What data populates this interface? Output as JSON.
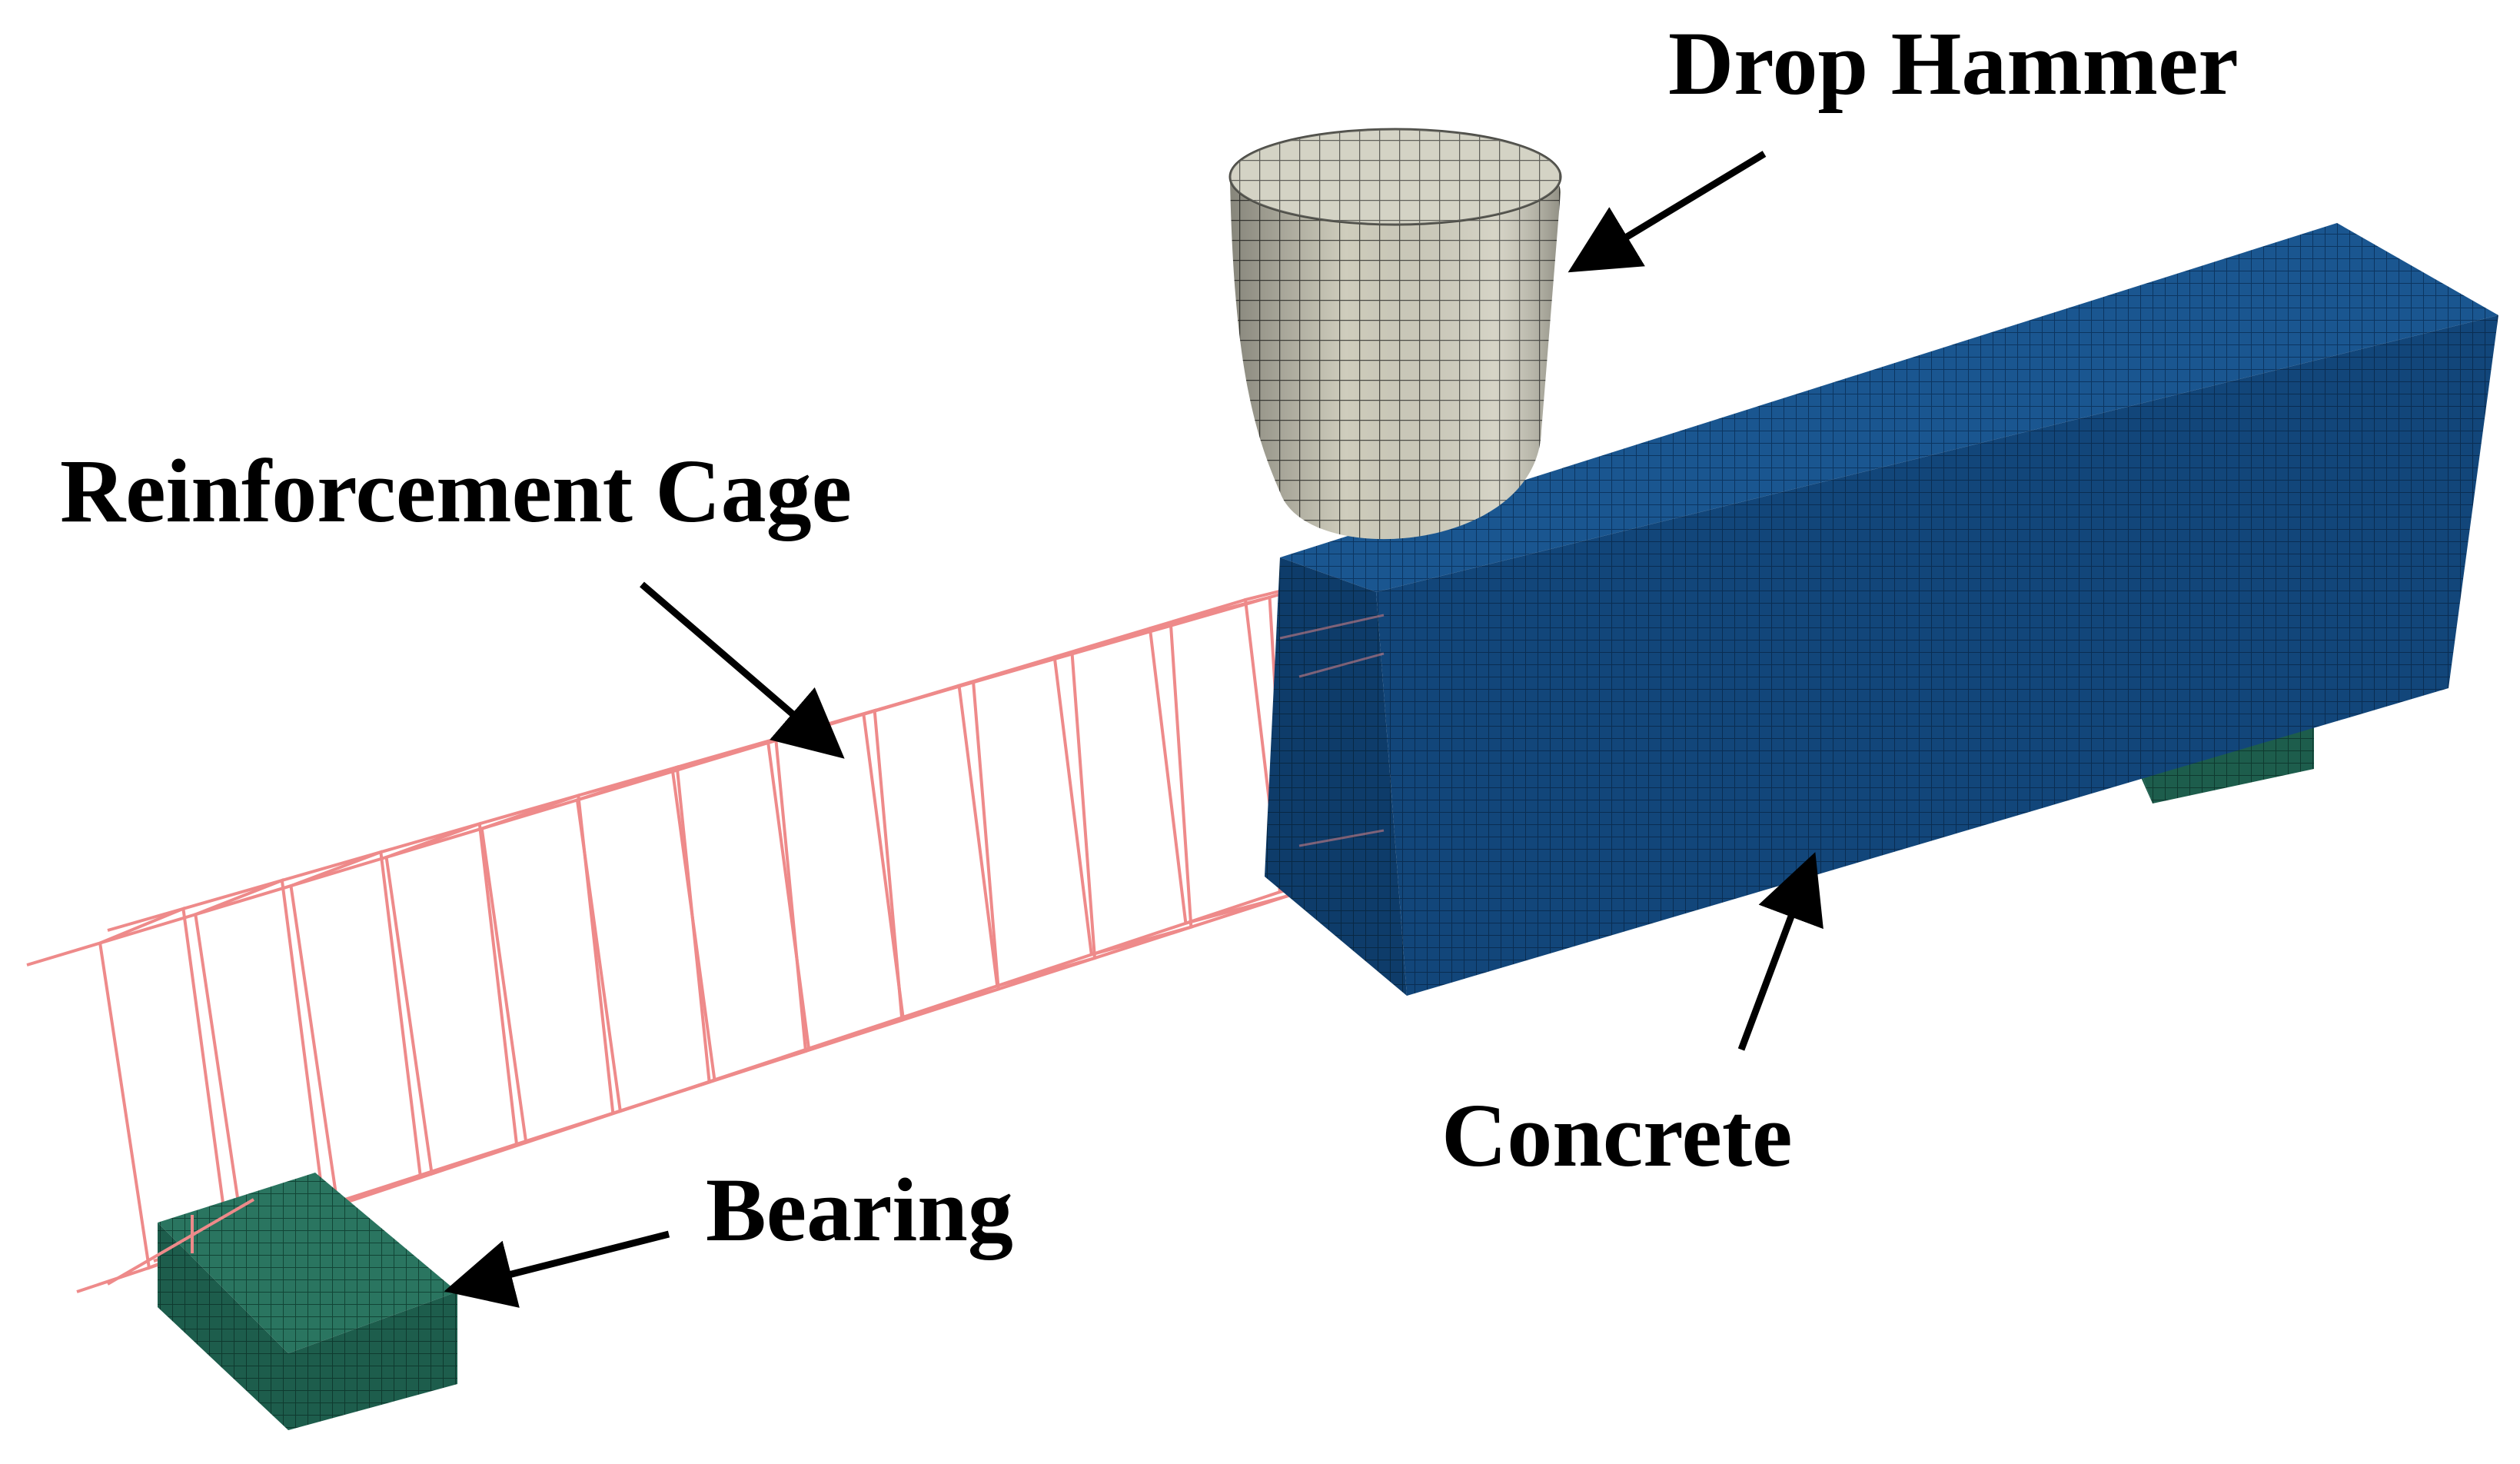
{
  "labels": {
    "drop_hammer": "Drop Hammer",
    "reinforcement_cage": "Reinforcement Cage",
    "concrete": "Concrete",
    "bearing": "Bearing"
  },
  "colors": {
    "concrete": "#12467a",
    "bearing": "#1d5d4c",
    "cage": "#ee8a8a",
    "hammer": "#c9c7b6",
    "arrow": "#000000",
    "text": "#000000"
  }
}
